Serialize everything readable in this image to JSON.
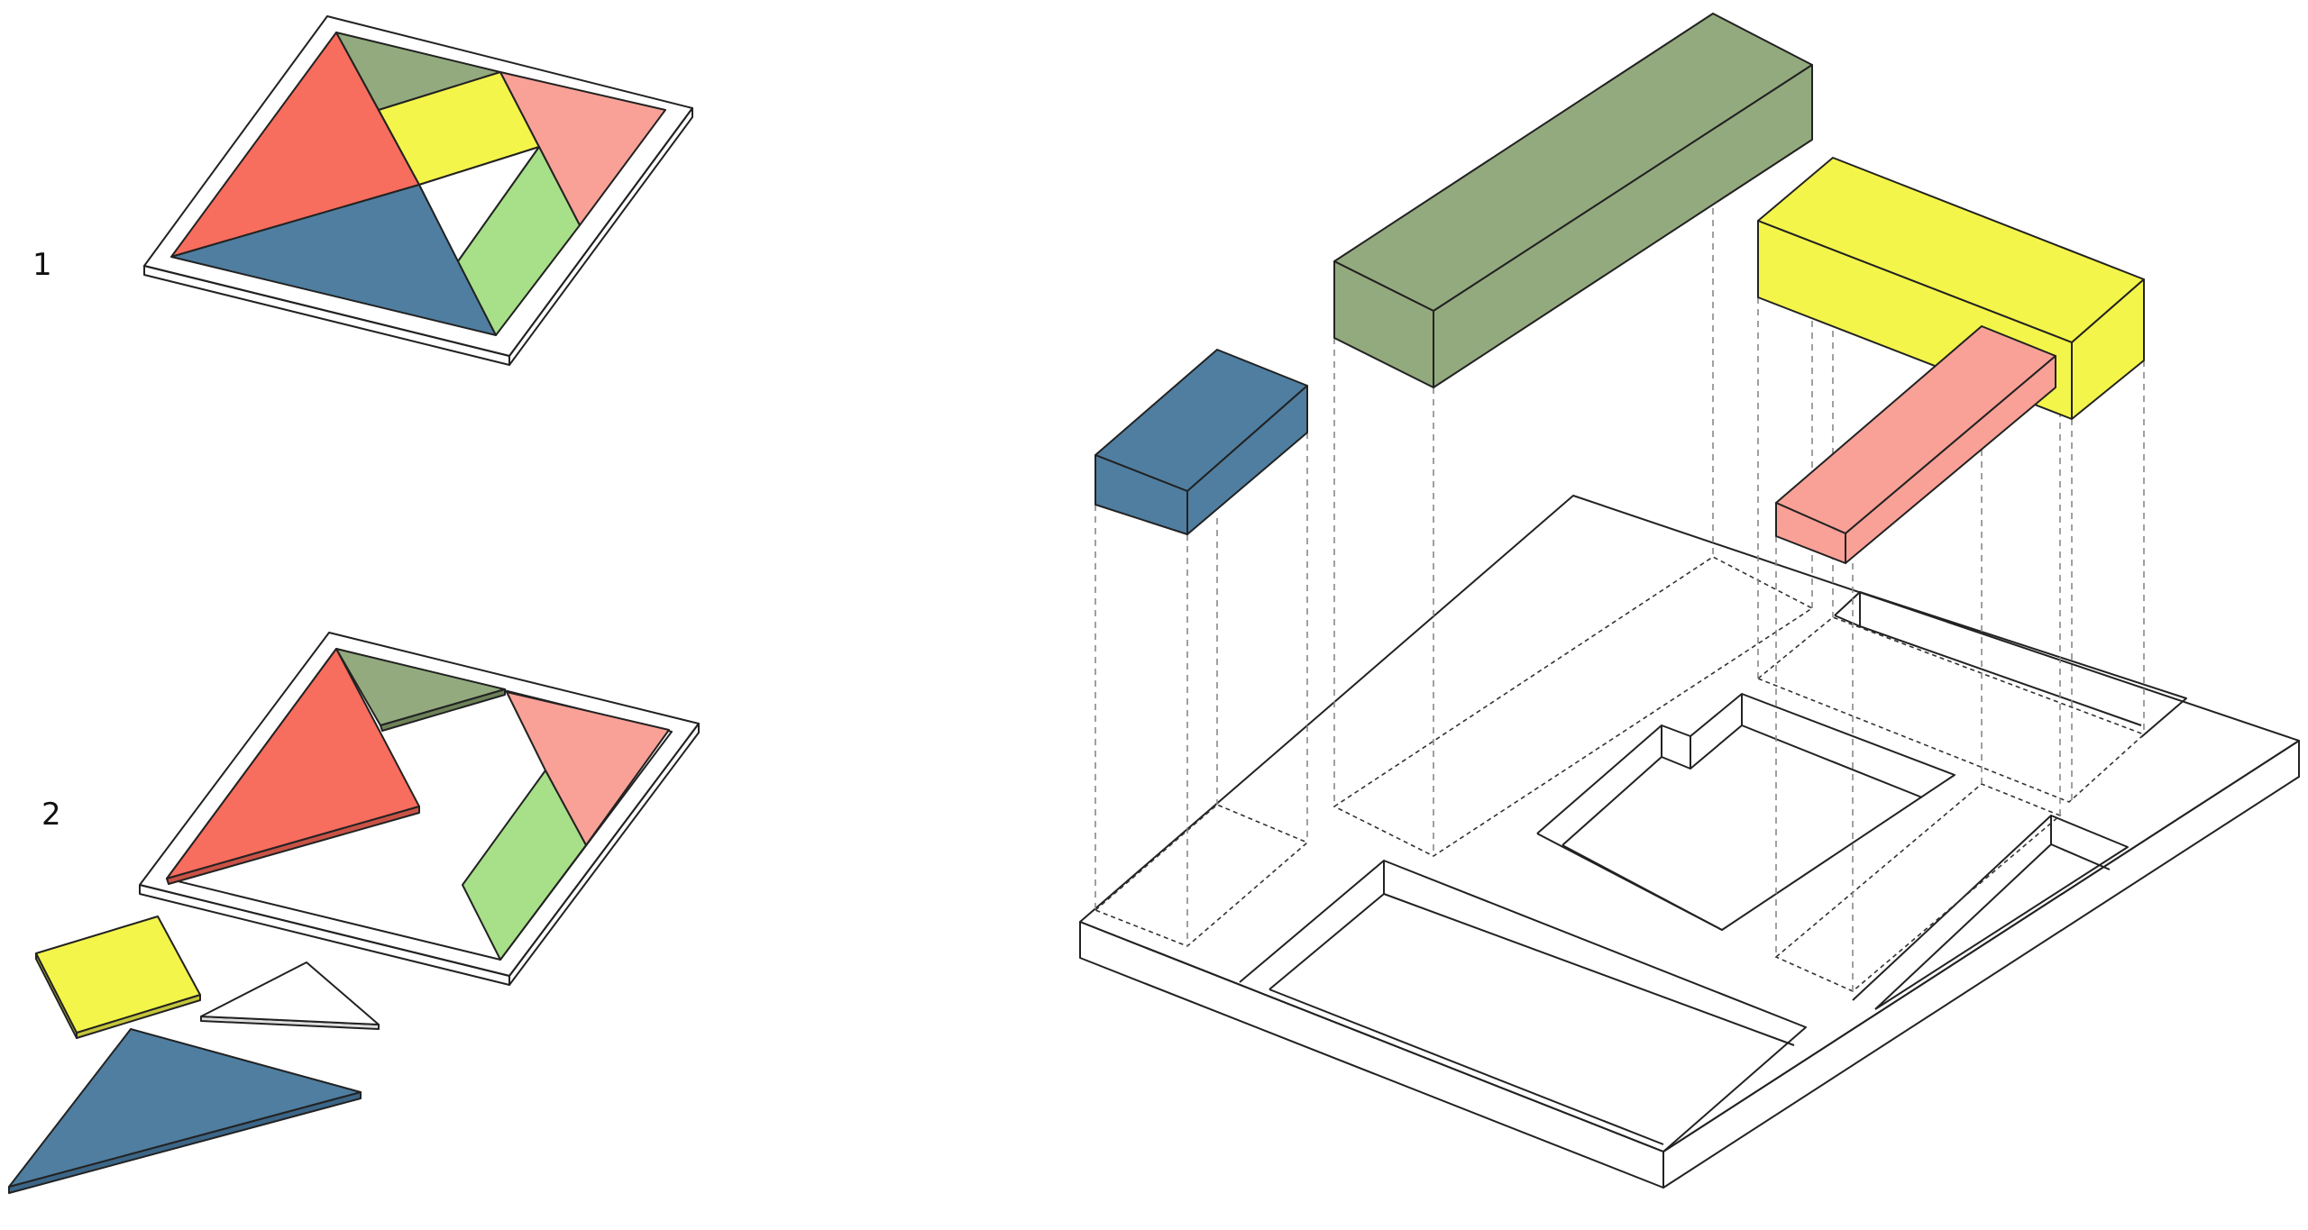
{
  "labels": {
    "step1": "1",
    "step2": "2"
  },
  "colors": {
    "red": "#f76d5e",
    "dark_green": "#93aa7e",
    "yellow": "#f4f54a",
    "pink": "#f9a197",
    "light_green": "#a7e088",
    "blue": "#4f7ea0",
    "white": "#ffffff",
    "outline": "#222222",
    "dashed_guide": "#888888"
  },
  "figures": [
    {
      "id": "tangram-assembled",
      "step": "1",
      "pieces": [
        "red",
        "dark-green",
        "yellow",
        "pink",
        "white",
        "light-green",
        "blue"
      ]
    },
    {
      "id": "tangram-disassembled",
      "step": "2",
      "pieces_in_tray": [
        "red",
        "dark-green",
        "pink",
        "light-green"
      ],
      "pieces_removed": [
        "yellow",
        "white",
        "blue"
      ]
    },
    {
      "id": "site-massing",
      "volumes": [
        "blue",
        "dark-green",
        "yellow",
        "pink"
      ]
    }
  ]
}
